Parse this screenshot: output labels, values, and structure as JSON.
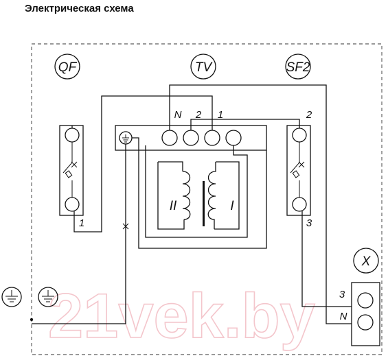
{
  "title": "Электрическая схема",
  "components": {
    "qf": "QF",
    "tv": "TV",
    "sf2": "SF2",
    "x": "X"
  },
  "pins": {
    "tv_n": "N",
    "tv_2": "2",
    "tv_1": "1",
    "sf2_top": "2",
    "sf2_bottom": "3",
    "qf_bottom": "1",
    "x_3": "3",
    "x_n": "N"
  },
  "windings": {
    "secondary": "II",
    "primary": "I"
  },
  "watermark": "21vek.by"
}
